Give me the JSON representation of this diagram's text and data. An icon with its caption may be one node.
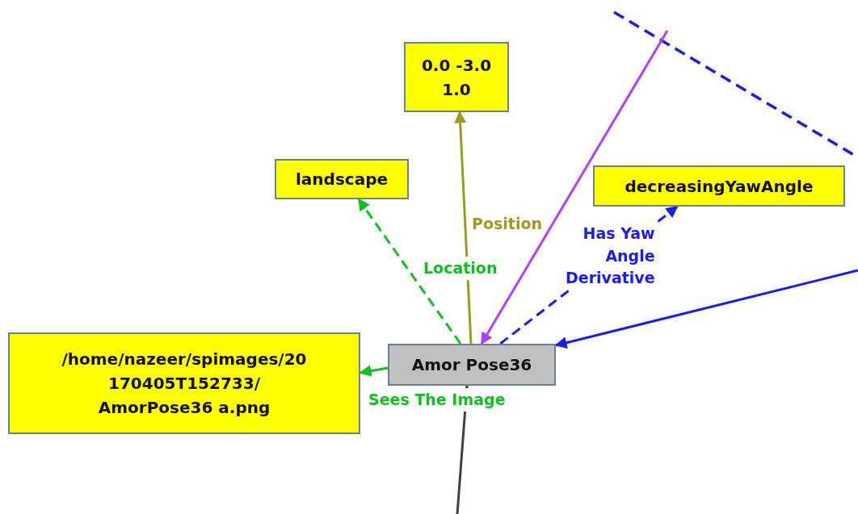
{
  "diagram": {
    "nodes": [
      {
        "text": [
          "0.0 -3.0 1.0"
        ]
      },
      {
        "text": [
          "landscape"
        ]
      },
      {
        "text": [
          "decreasingYawAngle"
        ]
      },
      {
        "text": [
          "/home/nazeer/spimages/20 170405T152733/ AmorPose36 a.png"
        ]
      },
      {
        "text": [
          "Amor Pose36"
        ]
      }
    ],
    "edges": [
      {
        "from": 4,
        "to": 0,
        "arrow": "to",
        "label": "Position",
        "color": "#a09a1e"
      },
      {
        "from": 4,
        "to": 1,
        "arrow": "to",
        "label": "Location",
        "style": "dashed",
        "color": "#10c020"
      },
      {
        "from": 4,
        "to": 2,
        "arrow": "to",
        "label": "Has Yaw Angle Derivative",
        "style": "dashed",
        "color": "#1a1aff"
      },
      {
        "from": 4,
        "to": 3,
        "arrow": "to",
        "label": "Sees The Image",
        "color": "#10c020"
      },
      {
        "from": null,
        "to": 4,
        "arrow": "to",
        "color": "#b040ff"
      },
      {
        "from": null,
        "to": 4,
        "arrow": "to",
        "color": "#1a1aff"
      },
      {
        "from": null,
        "to": 4,
        "arrow": "to",
        "color": "#404040"
      }
    ]
  }
}
